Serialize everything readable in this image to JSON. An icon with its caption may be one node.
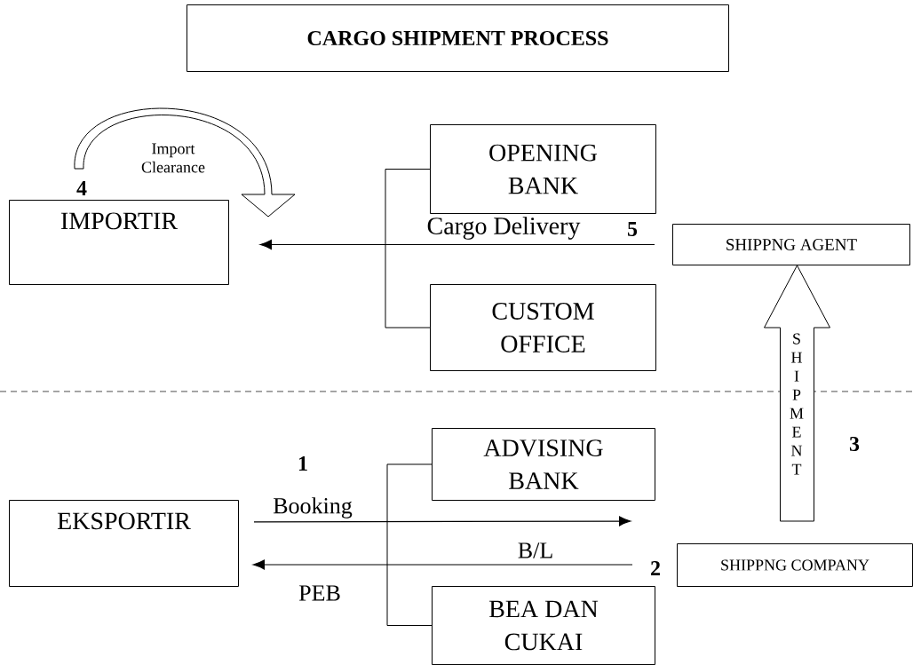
{
  "diagram": {
    "nodes": [
      {
        "text": [
          "CARGO SHIPMENT PROCESS"
        ]
      },
      {
        "text": [
          "IMPORTIR"
        ]
      },
      {
        "text": [
          "OPENING BANK"
        ]
      },
      {
        "text": [
          "CUSTOM OFFICE"
        ]
      },
      {
        "text": [
          "SHIPPNG AGENT"
        ]
      },
      {
        "text": [
          "EKSPORTIR"
        ]
      },
      {
        "text": [
          "ADVISING BANK"
        ]
      },
      {
        "text": [
          "BEA DAN CUKAI"
        ]
      },
      {
        "text": [
          "SHIPPNG COMPANY"
        ]
      }
    ],
    "edges": [
      {
        "from": 4,
        "to": 1,
        "arrow": "to",
        "label": "Cargo Delivery"
      },
      {
        "from": 1,
        "to": null,
        "arrow": "to",
        "label": "Import Clearance",
        "style": "thick"
      },
      {
        "from": 8,
        "to": 4,
        "arrow": "to",
        "label": "SHIPMENT",
        "style": "thick"
      },
      {
        "from": 5,
        "to": null,
        "arrow": "to",
        "label": "Booking"
      },
      {
        "from": null,
        "to": 5,
        "arrow": "to",
        "label": "B/L"
      },
      {
        "from": 2,
        "to": 3,
        "arrow": "none"
      },
      {
        "from": 6,
        "to": 7,
        "arrow": "none"
      }
    ],
    "labels": [
      "4",
      "5",
      "3",
      "1",
      "2",
      "PEB"
    ]
  }
}
